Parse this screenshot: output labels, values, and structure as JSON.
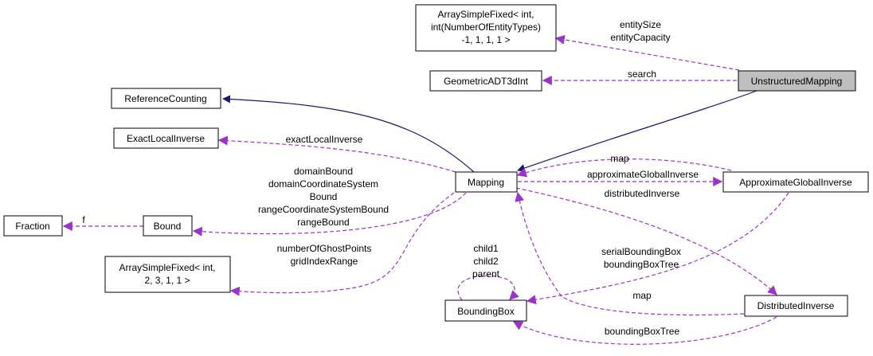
{
  "nodes": {
    "array_simple_fixed_entity": [
      "ArraySimpleFixed< int,",
      "int(NumberOfEntityTypes)",
      "-1, 1, 1, 1 >"
    ],
    "geometric_adt": [
      "GeometricADT3dInt"
    ],
    "unstructured_mapping": [
      "UnstructuredMapping"
    ],
    "reference_counting": [
      "ReferenceCounting"
    ],
    "exact_local_inverse": [
      "ExactLocalInverse"
    ],
    "mapping": [
      "Mapping"
    ],
    "approximate_global_inverse": [
      "ApproximateGlobalInverse"
    ],
    "fraction": [
      "Fraction"
    ],
    "bound": [
      "Bound"
    ],
    "array_simple_fixed_grid": [
      "ArraySimpleFixed< int,",
      "2, 3, 1, 1 >"
    ],
    "bounding_box": [
      "BoundingBox"
    ],
    "distributed_inverse": [
      "DistributedInverse"
    ]
  },
  "edge_labels": {
    "entity": [
      "entitySize",
      "entityCapacity"
    ],
    "search": [
      "search"
    ],
    "exact": [
      "exactLocalInverse"
    ],
    "map_top": [
      "map"
    ],
    "approx": [
      "approximateGlobalInverse"
    ],
    "distributed": [
      "distributedInverse"
    ],
    "bounds": [
      "domainBound",
      "domainCoordinateSystem",
      "Bound",
      "rangeCoordinateSystemBound",
      "rangeBound"
    ],
    "f": [
      "f"
    ],
    "grid": [
      "numberOfGhostPoints",
      "gridIndexRange"
    ],
    "serial": [
      "serialBoundingBox",
      "boundingBoxTree"
    ],
    "children": [
      "child1",
      "child2",
      "parent"
    ],
    "map_bottom": [
      "map"
    ],
    "tree_bottom": [
      "boundingBoxTree"
    ]
  },
  "colors": {
    "inheritance_edge": "#191970",
    "usage_edge": "#9a32cd",
    "highlight_fill": "#bfbfbf"
  }
}
